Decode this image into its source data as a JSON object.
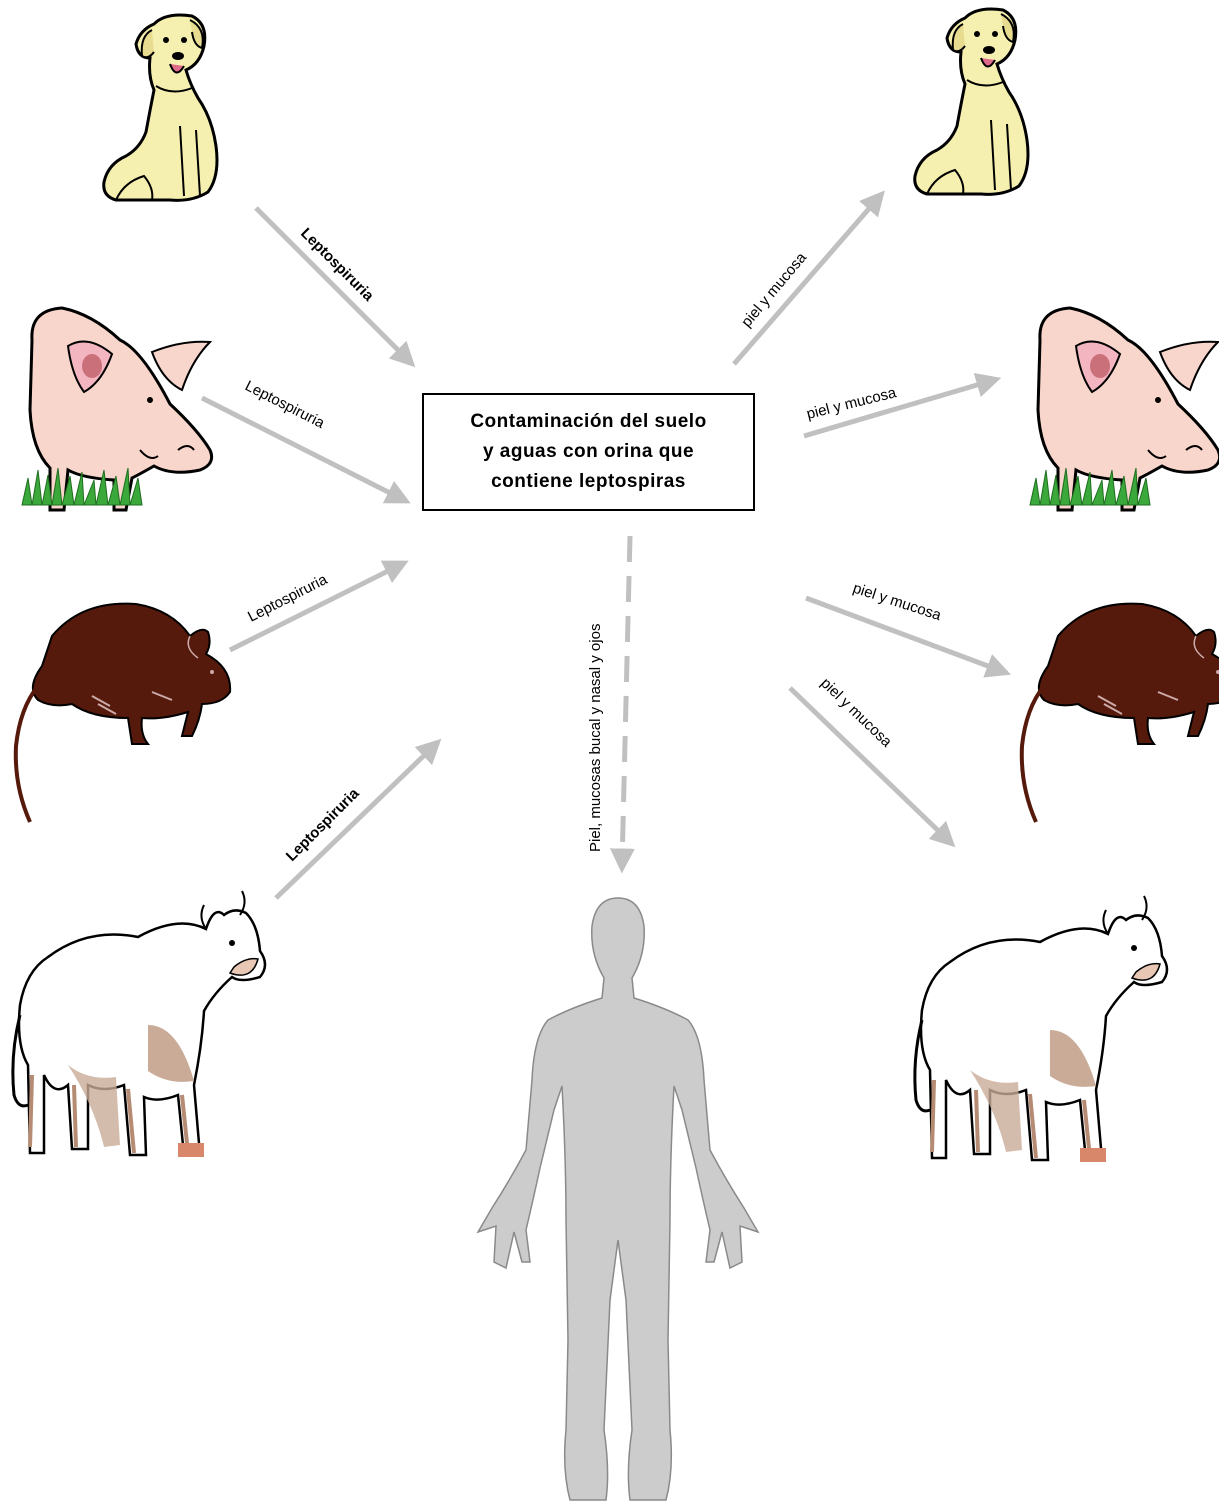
{
  "center": {
    "line1": "Contaminación del suelo",
    "line2": "y aguas con orina que",
    "line3": "contiene leptospiras"
  },
  "labels": {
    "dog_in": "Leptospiruria",
    "pig_in": "Leptospiruria",
    "rat_in": "Leptospiruria",
    "cow_in": "Leptospiruria",
    "dog_out": "piel y mucosa",
    "pig_out": "piel y mucosa",
    "rat_out": "piel y mucosa",
    "cow_out": "piel y mucosa",
    "human": "Piel, mucosas bucal y nasal y ojos"
  },
  "colors": {
    "arrow": "#c0c0c0",
    "dog": "#f6f0b0",
    "pig": "#f8d6cc",
    "pig_ear": "#d98f98",
    "grass": "#3aa83a",
    "rat": "#561a0c",
    "cow": "#ffffff",
    "cow_shade": "#c9ab98",
    "human": "#cccccc"
  },
  "icons": [
    "dog-icon",
    "pig-icon",
    "rat-icon",
    "cow-icon",
    "human-silhouette-icon"
  ]
}
